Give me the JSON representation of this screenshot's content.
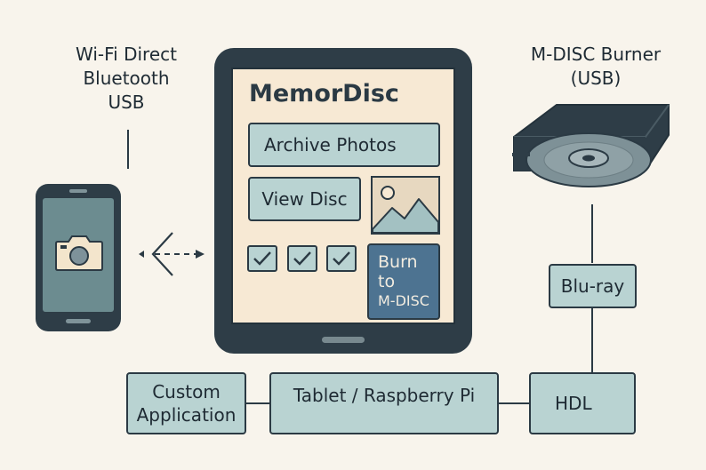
{
  "phone_connections": {
    "lines": [
      "Wi-Fi Direct",
      "Bluetooth",
      "USB"
    ]
  },
  "burner_label": {
    "lines": [
      "M-DISC Burner",
      "(USB)"
    ]
  },
  "tablet": {
    "title": "MemorDisc",
    "archive_button": "Archive Photos",
    "view_button": "View Disc",
    "burn_button_lines": [
      "Burn",
      "to",
      "M-DISC"
    ]
  },
  "bluray_label": "Blu-ray",
  "bottom_row": {
    "custom_app": [
      "Custom",
      "Application"
    ],
    "platform": "Tablet / Raspberry Pi",
    "hdl": "HDL"
  },
  "colors": {
    "background": "#f8f4ec",
    "outline": "#2b3a44",
    "box_fill": "#b9d3d2",
    "screen_fill": "#f7e9d4",
    "burn_fill": "#4d7391",
    "phone_screen": "#6c8c90"
  },
  "icons": [
    "camera-icon",
    "image-icon",
    "checkbox-icon",
    "optical-drive-icon",
    "disc-icon",
    "bidirectional-arrow-icon"
  ]
}
